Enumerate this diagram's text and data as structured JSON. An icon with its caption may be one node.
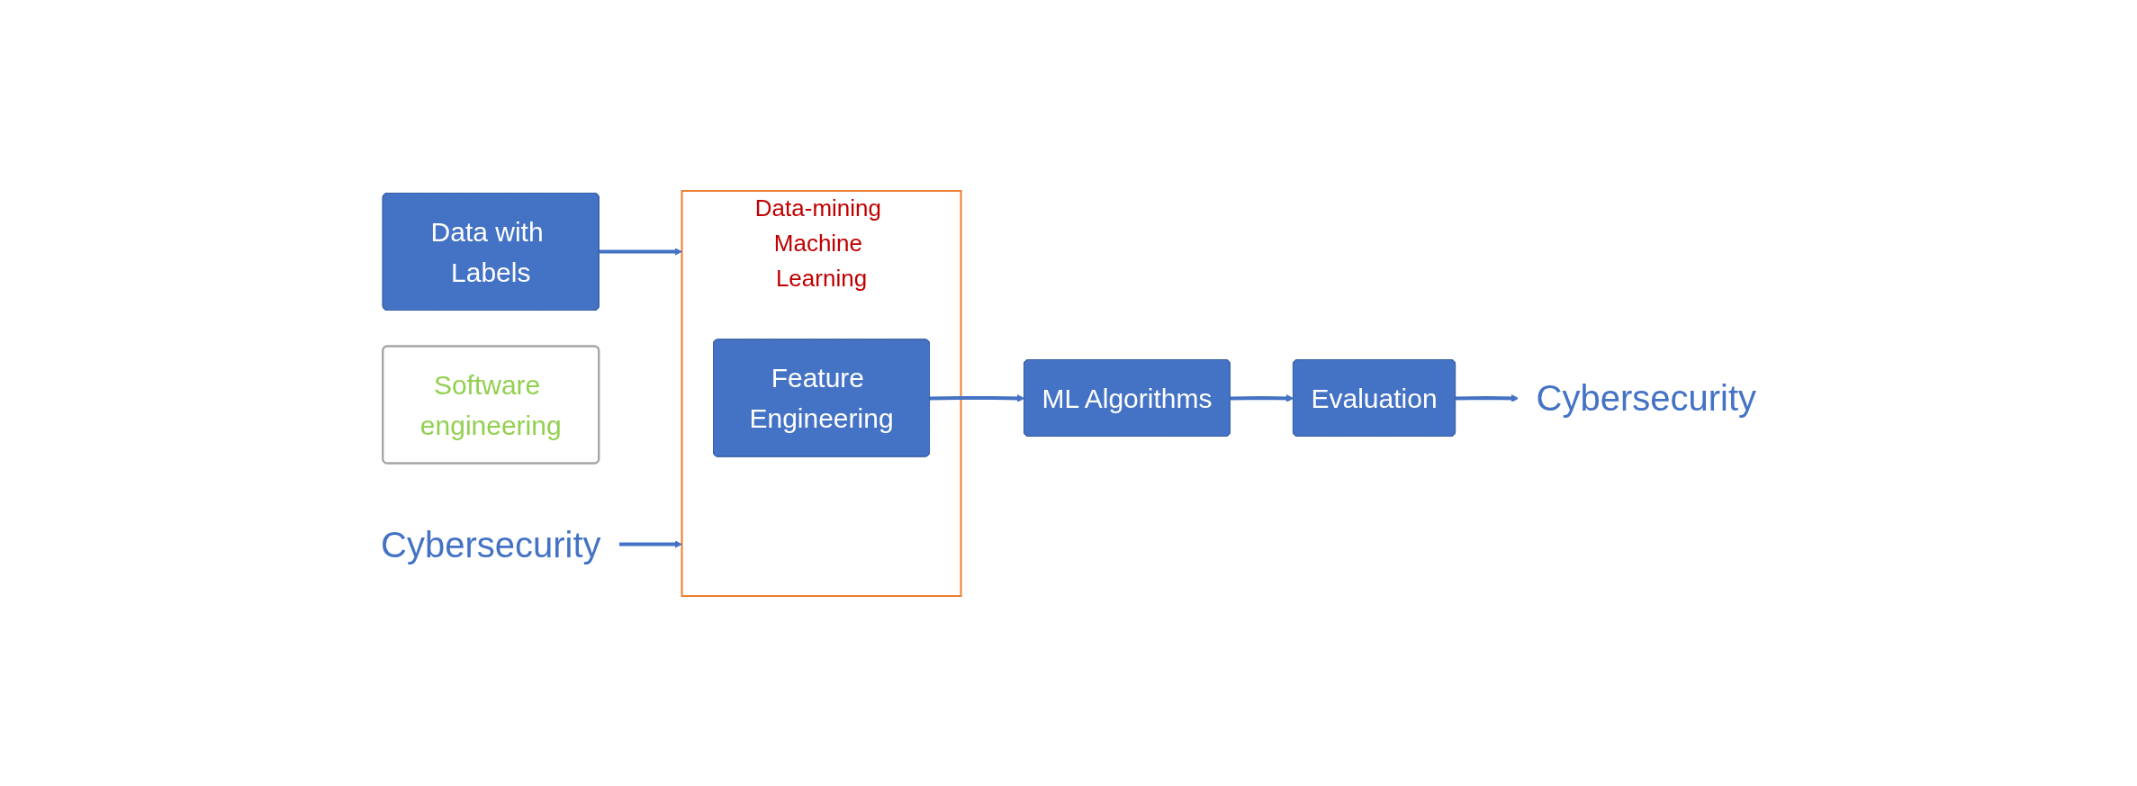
{
  "diagram": {
    "nodes": [
      {
        "text": [
          "Data with Labels"
        ]
      },
      {
        "text": [
          "Data-mining Machine Learning"
        ]
      },
      {
        "text": [
          "Feature Engineering"
        ],
        "in": 1
      },
      {
        "text": [
          "Software engineering"
        ]
      },
      {
        "text": [
          "ML Algorithms"
        ]
      },
      {
        "text": [
          "Evaluation"
        ]
      },
      {
        "text": [
          "Cybersecurity"
        ]
      },
      {
        "text": [
          "Cybersecurity"
        ]
      }
    ],
    "edges": [
      {
        "from": 0,
        "to": 1,
        "arrow": "to"
      },
      {
        "from": 2,
        "to": 4,
        "arrow": "to"
      },
      {
        "from": 4,
        "to": 5,
        "arrow": "to"
      },
      {
        "from": 6,
        "to": 1,
        "arrow": "to"
      },
      {
        "from": 5,
        "to": 7,
        "arrow": "to"
      }
    ]
  }
}
